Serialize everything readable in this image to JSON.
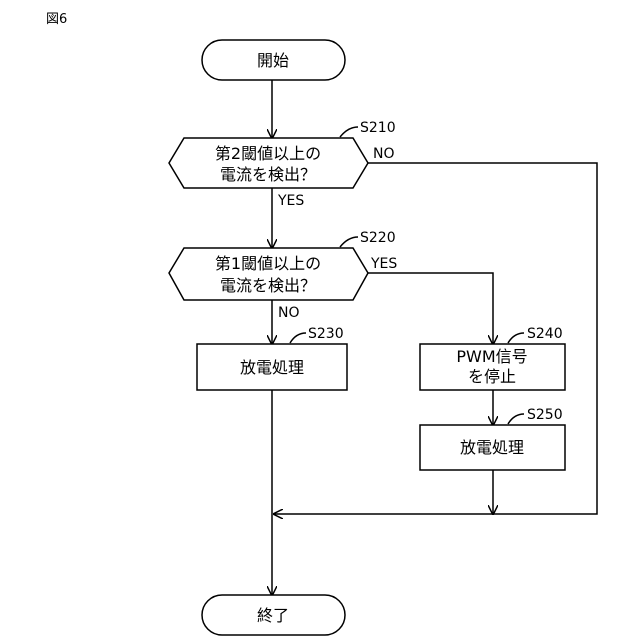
{
  "figure_label": "図6",
  "nodes": {
    "start": "開始",
    "s210": {
      "step": "S210",
      "line1": "第2閾値以上の",
      "line2": "電流を検出？"
    },
    "s220": {
      "step": "S220",
      "line1": "第1閾値以上の",
      "line2": "電流を検出？"
    },
    "s230": {
      "step": "S230",
      "text": "放電処理"
    },
    "s240": {
      "step": "S240",
      "line1": "PWM信号",
      "line2": "を停止"
    },
    "s250": {
      "step": "S250",
      "text": "放電処理"
    },
    "end": "終了"
  },
  "branches": {
    "s210_no": "NO",
    "s210_yes": "YES",
    "s220_yes": "YES",
    "s220_no": "NO"
  }
}
